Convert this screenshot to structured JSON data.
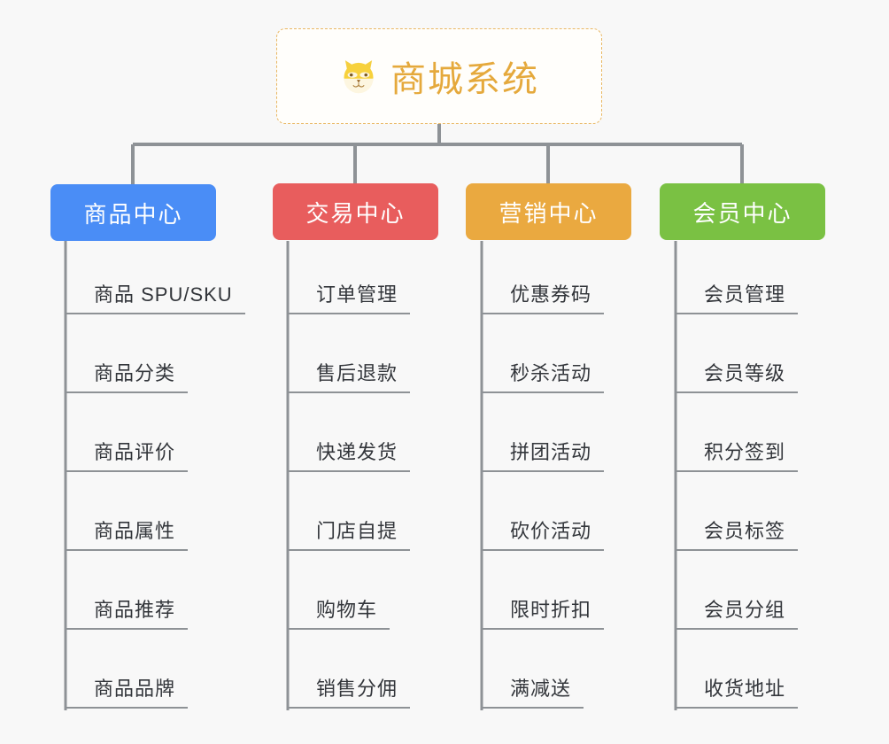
{
  "chart_data": {
    "type": "tree",
    "title": "商城系统",
    "orientation": "top-down",
    "background_color": "#f8f8f8",
    "root": {
      "label": "商城系统",
      "icon": "shiba-dog-face-icon",
      "text_color": "#e5a93c",
      "border_color": "#e9b763",
      "background_color": "#fffefb",
      "border_style": "dashed"
    },
    "branches": [
      {
        "label": "商品中心",
        "color": "#4a8df6",
        "items": [
          "商品 SPU/SKU",
          "商品分类",
          "商品评价",
          "商品属性",
          "商品推荐",
          "商品品牌"
        ]
      },
      {
        "label": "交易中心",
        "color": "#e85d5d",
        "items": [
          "订单管理",
          "售后退款",
          "快递发货",
          "门店自提",
          "购物车",
          "销售分佣"
        ]
      },
      {
        "label": "营销中心",
        "color": "#eaa940",
        "items": [
          "优惠券码",
          "秒杀活动",
          "拼团活动",
          "砍价活动",
          "限时折扣",
          "满减送"
        ]
      },
      {
        "label": "会员中心",
        "color": "#7ac143",
        "items": [
          "会员管理",
          "会员等级",
          "积分签到",
          "会员标签",
          "会员分组",
          "收货地址"
        ]
      }
    ],
    "connector_color": "#8e9296",
    "leaf_text_color": "#33363b",
    "leaf_rule_color": "#8e9296"
  }
}
